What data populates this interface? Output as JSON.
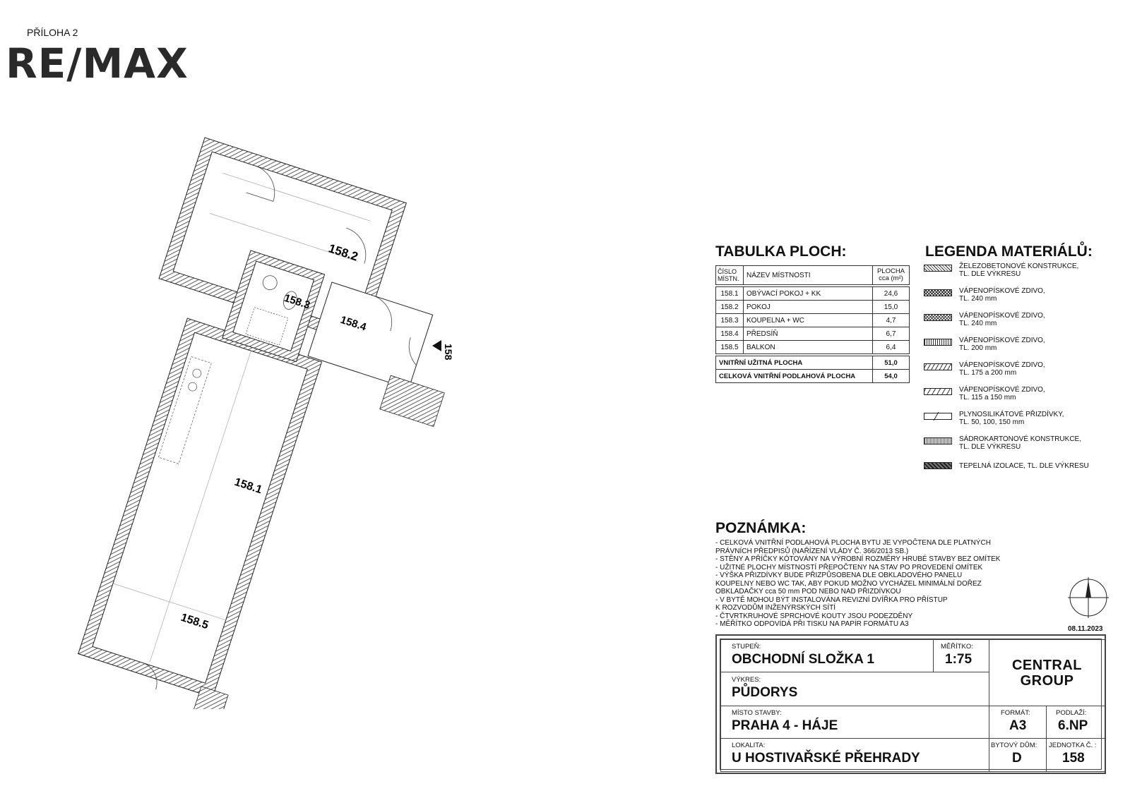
{
  "header": {
    "annex": "PŘÍLOHA 2",
    "logo": "RE/MAX"
  },
  "plan": {
    "rooms": {
      "r1": "158.1",
      "r2": "158.2",
      "r3": "158.3",
      "r4": "158.4",
      "r5": "158.5"
    },
    "section_mark": "158"
  },
  "areas_table": {
    "title": "TABULKA PLOCH:",
    "headers": {
      "number": "ČÍSLO MÍSTN.",
      "name": "NÁZEV MÍSTNOSTI",
      "area": "PLOCHA cca (m²)"
    },
    "rows": [
      {
        "number": "158.1",
        "name": "OBÝVACÍ POKOJ + KK",
        "area": "24,6"
      },
      {
        "number": "158.2",
        "name": "POKOJ",
        "area": "15,0"
      },
      {
        "number": "158.3",
        "name": "KOUPELNA + WC",
        "area": "4,7"
      },
      {
        "number": "158.4",
        "name": "PŘEDSÍŇ",
        "area": "6,7"
      },
      {
        "number": "158.5",
        "name": "BALKON",
        "area": "6,4"
      }
    ],
    "totals": [
      {
        "label": "VNITŘNÍ UŽITNÁ PLOCHA",
        "value": "51,0"
      },
      {
        "label": "CELKOVÁ VNITŘNÍ PODLAHOVÁ PLOCHA",
        "value": "54,0"
      }
    ]
  },
  "legend": {
    "title": "LEGENDA MATERIÁLŮ:",
    "items": [
      {
        "l1": "ŽELEZOBETONOVÉ KONSTRUKCE,",
        "l2": "TL. DLE VÝKRESU"
      },
      {
        "l1": "VÁPENOPÍSKOVÉ ZDIVO,",
        "l2": "TL. 240 mm"
      },
      {
        "l1": "VÁPENOPÍSKOVÉ ZDIVO,",
        "l2": "TL. 240 mm"
      },
      {
        "l1": "VÁPENOPÍSKOVÉ ZDIVO,",
        "l2": "TL. 200 mm"
      },
      {
        "l1": "VÁPENOPÍSKOVÉ ZDIVO,",
        "l2": "TL. 175 a 200 mm"
      },
      {
        "l1": "VÁPENOPÍSKOVÉ ZDIVO,",
        "l2": "TL. 115 a 150 mm"
      },
      {
        "l1": "PLYNOSILIKÁTOVÉ PŘIZDÍVKY,",
        "l2": "TL. 50, 100, 150 mm"
      },
      {
        "l1": "SÁDROKARTONOVÉ KONSTRUKCE,",
        "l2": "TL. DLE VÝKRESU"
      },
      {
        "l1": "TEPELNÁ IZOLACE, TL. DLE VÝKRESU",
        "l2": ""
      }
    ]
  },
  "notes": {
    "title": "POZNÁMKA:",
    "lines": [
      "- CELKOVÁ VNITŘNÍ PODLAHOVÁ PLOCHA BYTU JE VYPOČTENA DLE PLATNÝCH",
      "  PRÁVNÍCH PŘEDPISŮ (NAŘÍZENÍ VLÁDY Č. 366/2013 SB.)",
      "- STĚNY A PŘÍČKY KÓTOVÁNY NA VÝROBNÍ ROZMĚRY HRUBÉ STAVBY BEZ OMÍTEK",
      "- UŽITNÉ PLOCHY MÍSTNOSTÍ PŘEPOČTENY NA STAV PO PROVEDENÍ OMÍTEK",
      "- VÝŠKA PŘIZDÍVKY BUDE PŘIZPŮSOBENA DLE OBKLADOVÉHO PANELU",
      "  KOUPELNY NEBO WC TAK, ABY POKUD MOŽNO VYCHÁZEL MINIMÁLNÍ DOŘEZ",
      "  OBKLADAČKY cca 50 mm POD NEBO NAD PŘIZDÍVKOU",
      "- V BYTĚ MOHOU BÝT INSTALOVÁNA REVIZNÍ DVÍŘKA PRO PŘÍSTUP",
      "  K ROZVODŮM INŽENÝRSKÝCH SÍTÍ",
      "- ČTVRTKRUHOVÉ SPRCHOVÉ KOUTY JSOU PODEZDĚNY",
      "- MĚŘÍTKO ODPOVÍDÁ PŘI TISKU NA PAPÍR FORMÁTU A3"
    ]
  },
  "date": "08.11.2023",
  "title_block": {
    "stage_label": "STUPEŇ:",
    "stage": "OBCHODNÍ SLOŽKA 1",
    "scale_label": "MĚŘÍTKO:",
    "scale": "1:75",
    "drawing_label": "VÝKRES:",
    "drawing": "PŮDORYS",
    "company_l1": "CENTRAL",
    "company_l2": "GROUP",
    "site_label": "MÍSTO STAVBY:",
    "site": "PRAHA 4 - HÁJE",
    "format_label": "FORMÁT:",
    "format": "A3",
    "floor_label": "PODLAŽÍ:",
    "floor": "6.NP",
    "locality_label": "LOKALITA:",
    "locality": "U HOSTIVAŘSKÉ PŘEHRADY",
    "building_label": "BYTOVÝ DŮM:",
    "building": "D",
    "unit_label": "JEDNOTKA Č. :",
    "unit": "158"
  },
  "colors": {
    "ink": "#111111",
    "wall": "#333333",
    "logo": "#2a2a2a"
  }
}
